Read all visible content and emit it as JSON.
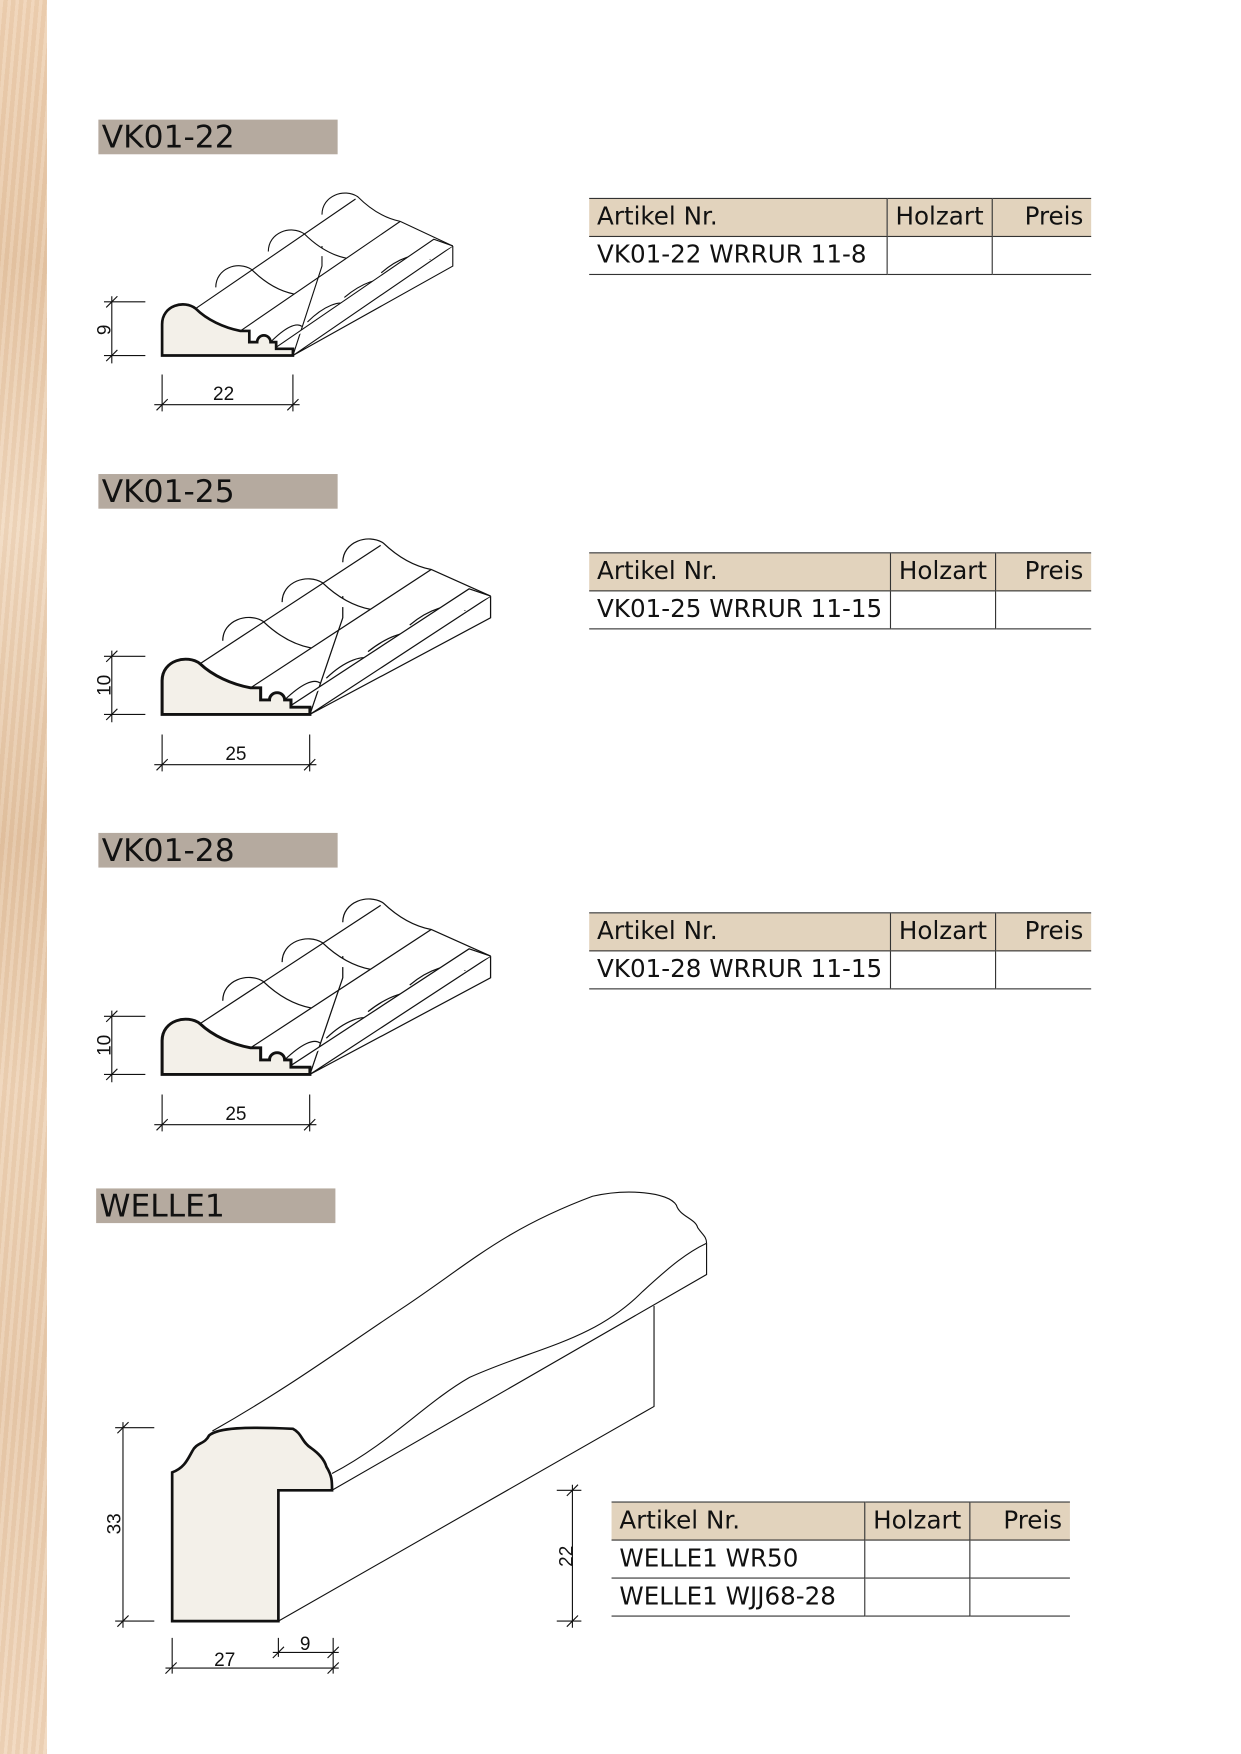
{
  "sections": [
    {
      "title": "VK01-22",
      "headers": [
        "Artikel Nr.",
        "Holzart",
        "Preis"
      ],
      "rows": [
        [
          "VK01-22 WRRUR 11-8",
          "",
          ""
        ]
      ],
      "dims": {
        "height": "9",
        "width": "22"
      }
    },
    {
      "title": "VK01-25",
      "headers": [
        "Artikel Nr.",
        "Holzart",
        "Preis"
      ],
      "rows": [
        [
          "VK01-25 WRRUR 11-15",
          "",
          ""
        ]
      ],
      "dims": {
        "height": "10",
        "width": "25"
      }
    },
    {
      "title": "VK01-28",
      "headers": [
        "Artikel Nr.",
        "Holzart",
        "Preis"
      ],
      "rows": [
        [
          "VK01-28 WRRUR 11-15",
          "",
          ""
        ]
      ],
      "dims": {
        "height": "10",
        "width": "25"
      }
    },
    {
      "title": "WELLE1",
      "headers": [
        "Artikel Nr.",
        "Holzart",
        "Preis"
      ],
      "rows": [
        [
          "WELLE1 WR50",
          "",
          ""
        ],
        [
          "WELLE1 WJJ68-28",
          "",
          ""
        ]
      ],
      "dims": {
        "height": "33",
        "width": "27",
        "rebate_width": "9",
        "rebate_height": "22"
      }
    }
  ],
  "colors": {
    "label_bg": "#b5aa9f",
    "header_bg": "#e2d3bd",
    "profile_fill": "#f3f0e9"
  }
}
